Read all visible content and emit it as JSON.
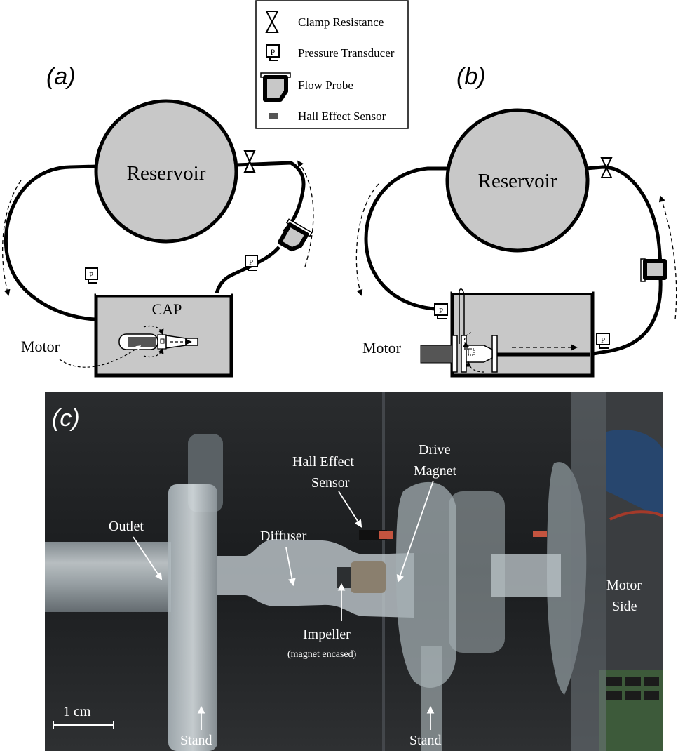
{
  "legend": {
    "items": [
      {
        "icon": "clamp-resistance-icon",
        "label": "Clamp Resistance"
      },
      {
        "icon": "pressure-transducer-icon",
        "label": "Pressure Transducer"
      },
      {
        "icon": "flow-probe-icon",
        "label": "Flow Probe"
      },
      {
        "icon": "hall-effect-sensor-icon",
        "label": "Hall Effect Sensor"
      }
    ],
    "transducer_letter": "P"
  },
  "panel_a": {
    "label": "a",
    "reservoir": "Reservoir",
    "tank": "CAP",
    "motor": "Motor"
  },
  "panel_b": {
    "label": "b",
    "reservoir": "Reservoir",
    "motor": "Motor"
  },
  "panel_c": {
    "label": "c",
    "annotations": {
      "outlet": "Outlet",
      "diffuser": "Diffuser",
      "hall_1": "Hall Effect",
      "hall_2": "Sensor",
      "drive_1": "Drive",
      "drive_2": "Magnet",
      "impeller": "Impeller",
      "impeller_note": "(magnet encased)",
      "motor_1": "Motor",
      "motor_2": "Side",
      "stand_left": "Stand",
      "stand_right": "Stand",
      "scale": "1 cm"
    }
  },
  "colors": {
    "fill_gray": "#c8c8c8",
    "dark_gray": "#555555",
    "ink": "#000000",
    "photo_bg": "#1f2123"
  }
}
